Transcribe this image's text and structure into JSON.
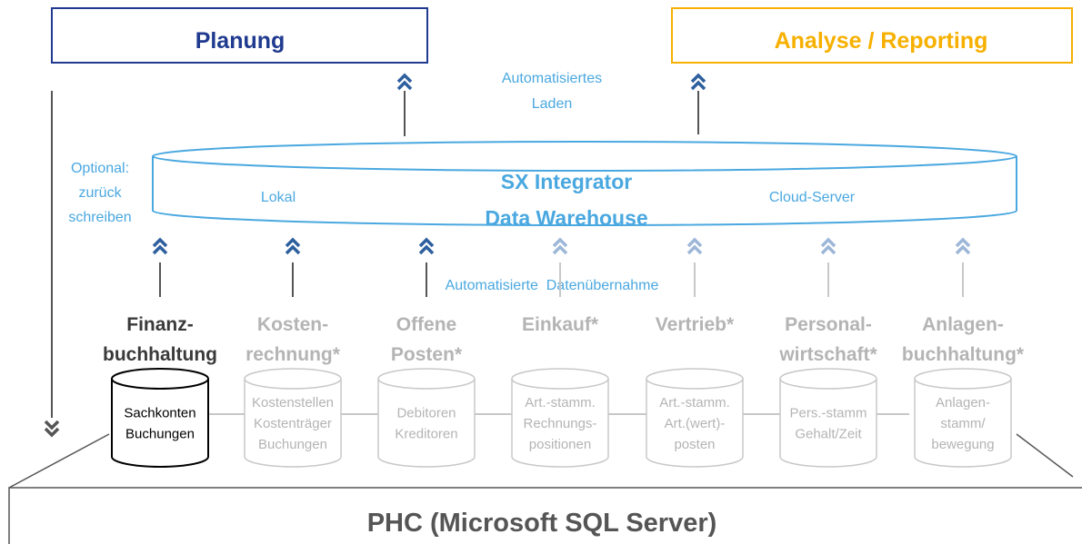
{
  "colors": {
    "navy": "#1f3a8f",
    "orange": "#f7b000",
    "cyan": "#4aa8e0",
    "gray_text": "#b4b4b4",
    "dark_text": "#3a3a3a",
    "gray_line": "#c8c8c8",
    "dark_line": "#555555",
    "chevron_dark": "#2e5f9e",
    "chevron_light": "#9db7d8"
  },
  "planung": {
    "label": "Planung"
  },
  "reporting": {
    "label": "Analyse / Reporting"
  },
  "auto_load": {
    "line1": "Automatisiertes",
    "line2": "Laden"
  },
  "writeback": {
    "line1": "Optional:",
    "line2": "zurück",
    "line3": "schreiben"
  },
  "warehouse": {
    "title1": "SX Integrator",
    "title2": "Data Warehouse",
    "left_label": "Lokal",
    "right_label": "Cloud-Server"
  },
  "takeover": {
    "label": "Automatisierte  Datenübernahme"
  },
  "modules": [
    {
      "title": [
        "Finanz-",
        "buchhaltung"
      ],
      "db": [
        "Sachkonten",
        "Buchungen"
      ],
      "active": true,
      "arrow": "dark"
    },
    {
      "title": [
        "Kosten-",
        "rechnung*"
      ],
      "db": [
        "Kostenstellen",
        "Kostenträger",
        "Buchungen"
      ],
      "active": false,
      "arrow": "dark"
    },
    {
      "title": [
        "Offene",
        "Posten*"
      ],
      "db": [
        "Debitoren",
        "Kreditoren"
      ],
      "active": false,
      "arrow": "dark"
    },
    {
      "title": [
        "Einkauf*"
      ],
      "db": [
        "Art.-stamm.",
        "Rechnungs-",
        "positionen"
      ],
      "active": false,
      "arrow": "light"
    },
    {
      "title": [
        "Vertrieb*"
      ],
      "db": [
        "Art.-stamm.",
        "Art.(wert)-",
        "posten"
      ],
      "active": false,
      "arrow": "light"
    },
    {
      "title": [
        "Personal-",
        "wirtschaft*"
      ],
      "db": [
        "Pers.-stamm",
        "Gehalt/Zeit"
      ],
      "active": false,
      "arrow": "light"
    },
    {
      "title": [
        "Anlagen-",
        "buchhaltung*"
      ],
      "db": [
        "Anlagen-",
        "stamm/",
        "bewegung"
      ],
      "active": false,
      "arrow": "light"
    }
  ],
  "base": {
    "label": "PHC (Microsoft SQL Server)"
  }
}
